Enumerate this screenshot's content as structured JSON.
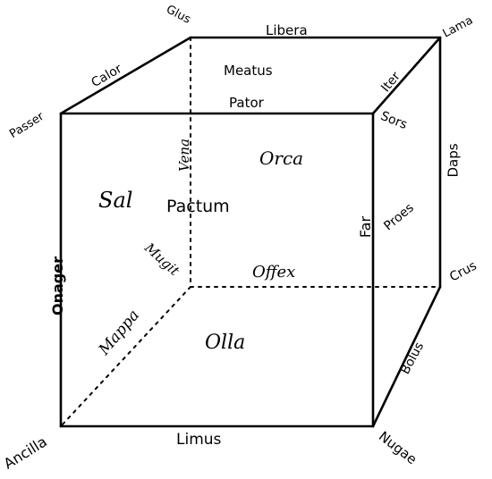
{
  "vertices": {
    "front_top_left": "Passer",
    "back_top_left": "Glus",
    "back_top_right": "Lama",
    "back_bottom_right": "Crus",
    "front_bottom_left": "Ancilla",
    "front_bottom_right": "Nugae"
  },
  "edges": {
    "top_left": "Calor",
    "top_back": "Libera",
    "top_front": "Pator",
    "top_right": "Iter",
    "back_right": "Daps",
    "front_left": "Onager",
    "front_right": "Far",
    "front_bottom": "Limus",
    "bottom_right": "Bolus",
    "hidden_vertical": "Vena",
    "hidden_diagonal": "Mappa",
    "hidden_back": "Offex"
  },
  "faces": {
    "top": "Meatus",
    "left": "Sal",
    "right_upper": "Sors",
    "right": "Proes",
    "back": "Orca",
    "interior": "Pactum",
    "bottom": "Olla",
    "hidden_vertex": "Mugit"
  }
}
